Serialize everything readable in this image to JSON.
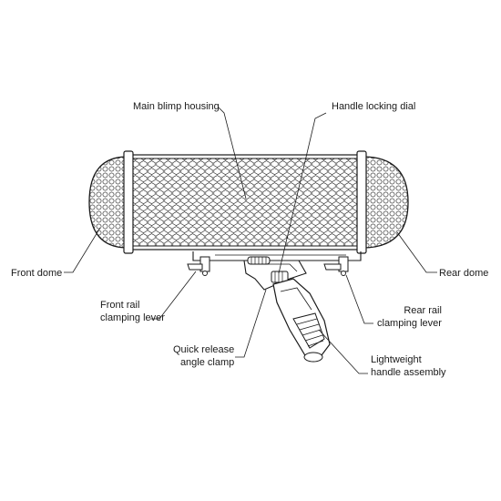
{
  "labels": {
    "main_blimp_housing": "Main blimp housing",
    "handle_locking_dial": "Handle locking dial",
    "front_dome": "Front dome",
    "rear_dome": "Rear dome",
    "front_rail_clamping_lever": [
      "Front rail",
      "clamping lever"
    ],
    "rear_rail_clamping_lever": [
      "Rear rail",
      "clamping lever"
    ],
    "quick_release_angle_clamp": [
      "Quick release",
      "angle clamp"
    ],
    "lightweight_handle_assembly": [
      "Lightweight",
      "handle assembly"
    ]
  },
  "colors": {
    "line": "#1a1a1a",
    "background": "#ffffff"
  }
}
